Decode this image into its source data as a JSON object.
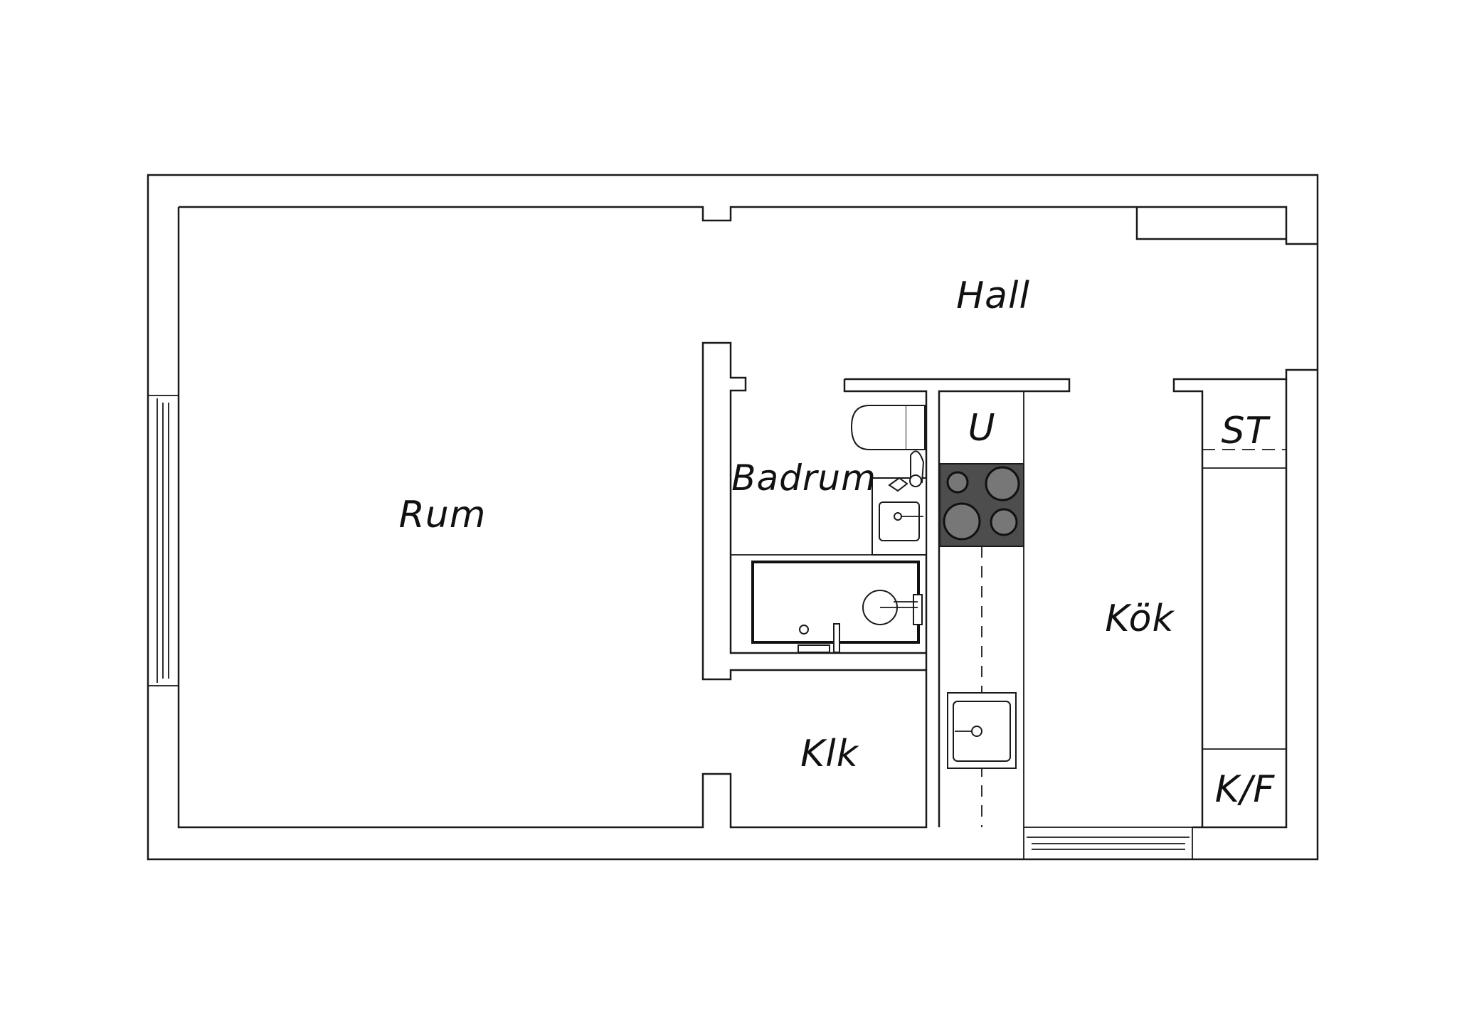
{
  "rooms": {
    "hall": "Hall",
    "rum": "Rum",
    "badrum": "Badrum",
    "klk": "Klk",
    "kok": "Kök",
    "u": "U",
    "st": "ST",
    "kf": "K/F"
  },
  "colors": {
    "line": "#1a1a1a",
    "stove": "#4d4d4d",
    "background": "#ffffff"
  }
}
